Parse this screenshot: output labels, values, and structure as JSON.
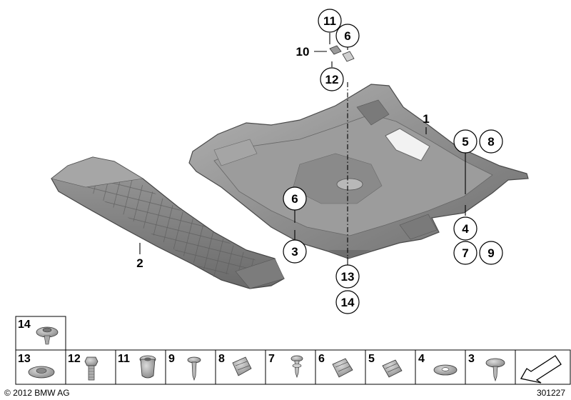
{
  "callouts": {
    "c11": "11",
    "c6a": "6",
    "c10": "10",
    "c12": "12",
    "c1": "1",
    "c5": "5",
    "c8": "8",
    "c2": "2",
    "c6b": "6",
    "c3": "3",
    "c4": "4",
    "c7": "7",
    "c9": "9",
    "c13": "13",
    "c14": "14"
  },
  "parts_table": {
    "top_row": [
      {
        "number": "14",
        "icon": "rivet-nut-icon"
      }
    ],
    "bottom_row": [
      {
        "number": "13",
        "icon": "expanding-rivet-icon"
      },
      {
        "number": "12",
        "icon": "hex-bolt-icon"
      },
      {
        "number": "11",
        "icon": "grommet-icon"
      },
      {
        "number": "9",
        "icon": "screw-with-washer-icon"
      },
      {
        "number": "8",
        "icon": "spring-nut-icon"
      },
      {
        "number": "7",
        "icon": "body-screw-icon"
      },
      {
        "number": "6",
        "icon": "spring-nut-icon"
      },
      {
        "number": "5",
        "icon": "spring-nut-icon"
      },
      {
        "number": "4",
        "icon": "washer-icon"
      },
      {
        "number": "3",
        "icon": "screw-with-washer-icon"
      },
      {
        "number": "",
        "icon": "arrow-icon"
      }
    ]
  },
  "footer": {
    "copyright": "© 2012 BMW AG",
    "diagram_number": "301227"
  }
}
